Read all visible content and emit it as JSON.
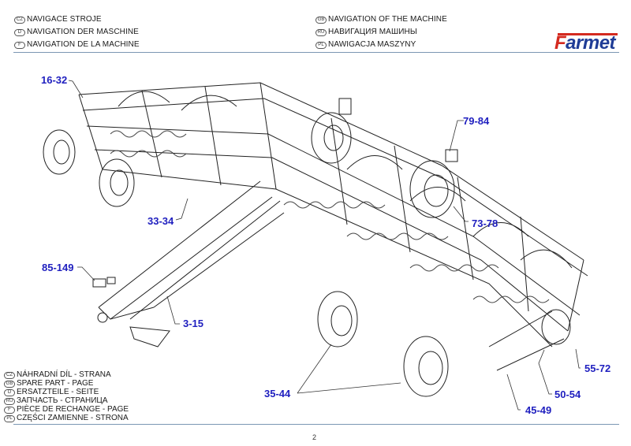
{
  "header": {
    "left": [
      {
        "lang": "CZ",
        "text": "NAVIGACE STROJE"
      },
      {
        "lang": "D",
        "text": "NAVIGATION DER MASCHINE"
      },
      {
        "lang": "F",
        "text": "NAVIGATION DE LA MACHINE"
      }
    ],
    "right": [
      {
        "lang": "GB",
        "text": "NAVIGATION OF THE MACHINE"
      },
      {
        "lang": "RU",
        "text": "НАВИГАЦИЯ МАШИНЫ"
      },
      {
        "lang": "PL",
        "text": "NAWIGACJA MASZYNY"
      }
    ],
    "logo": {
      "first": "F",
      "rest": "armet",
      "brand_red": "#d42a1f",
      "brand_blue": "#1f3c96"
    }
  },
  "callouts": [
    {
      "id": "16-32",
      "text": "16-32"
    },
    {
      "id": "79-84",
      "text": "79-84"
    },
    {
      "id": "33-34",
      "text": "33-34"
    },
    {
      "id": "73-78",
      "text": "73-78"
    },
    {
      "id": "85-149",
      "text": "85-149"
    },
    {
      "id": "3-15",
      "text": "3-15"
    },
    {
      "id": "55-72",
      "text": "55-72"
    },
    {
      "id": "50-54",
      "text": "50-54"
    },
    {
      "id": "35-44",
      "text": "35-44"
    },
    {
      "id": "45-49",
      "text": "45-49"
    }
  ],
  "callout_color": "#1f1fbf",
  "legend": [
    {
      "lang": "CZ",
      "text": "NÁHRADNÍ DÍL - STRANA"
    },
    {
      "lang": "GB",
      "text": "SPARE PART - PAGE"
    },
    {
      "lang": "D",
      "text": "ERSATZTEILE - SEITE"
    },
    {
      "lang": "RU",
      "text": "ЗАПЧАСТЬ - СТРАНИЦА"
    },
    {
      "lang": "F",
      "text": "PIÈCE DE RECHANGE - PAGE"
    },
    {
      "lang": "PL",
      "text": "CZĘŚCI ZAMIENNE - STRONA"
    }
  ],
  "footer": {
    "page_number": "2"
  }
}
